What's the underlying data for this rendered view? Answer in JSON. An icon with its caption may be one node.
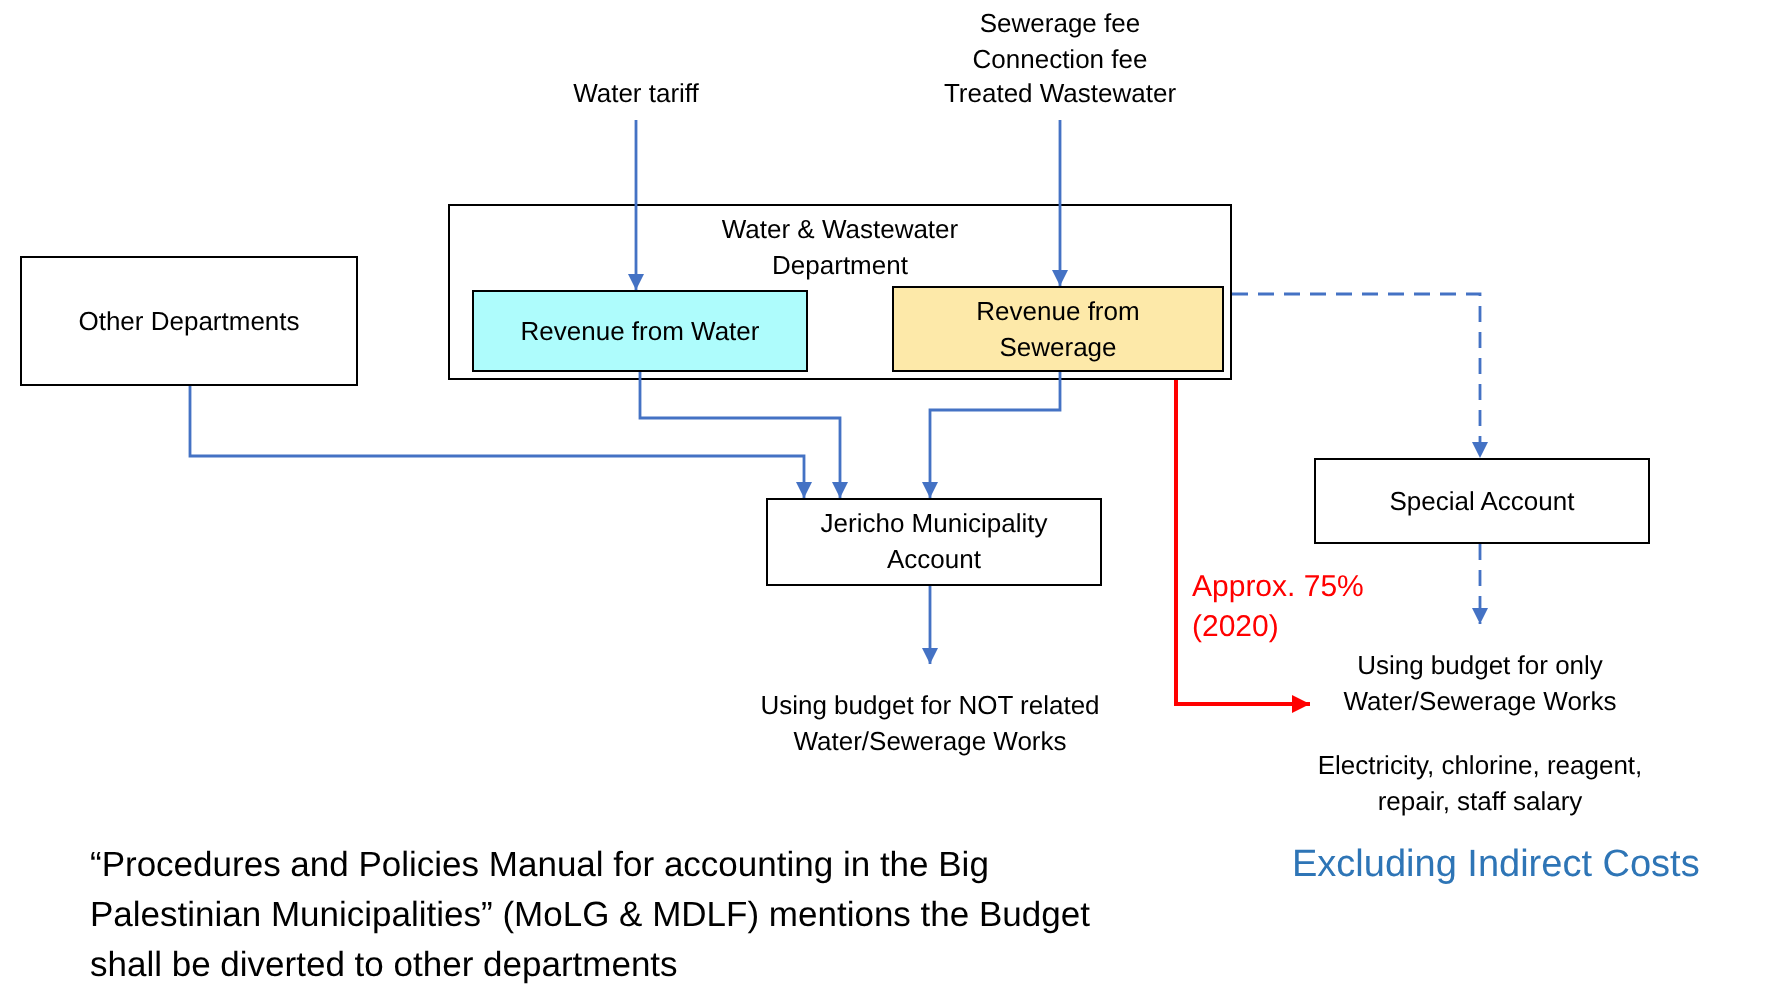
{
  "diagram": {
    "nodes": [
      {
        "text": [
          "Water tariff"
        ]
      },
      {
        "text": [
          "Sewerage fee",
          "Connection fee",
          "Treated Wastewater"
        ]
      },
      {
        "text": [
          "Water & Wastewater Department"
        ]
      },
      {
        "text": [
          "Revenue from Water"
        ],
        "in": 2
      },
      {
        "text": [
          "Revenue from Sewerage"
        ],
        "in": 2
      },
      {
        "text": [
          "Other Departments"
        ]
      },
      {
        "text": [
          "Jericho Municipality Account"
        ]
      },
      {
        "text": [
          "Special Account"
        ]
      },
      {
        "text": [
          "Using budget for NOT related Water/Sewerage Works"
        ]
      },
      {
        "text": [
          "Using budget for only Water/Sewerage Works"
        ],
        "beside": [
          "Electricity, chlorine, reagent, repair, staff salary"
        ]
      }
    ],
    "edges": [
      {
        "from": 0,
        "to": 3,
        "arrow": "to"
      },
      {
        "from": 1,
        "to": 4,
        "arrow": "to"
      },
      {
        "from": 5,
        "to": 6,
        "arrow": "to"
      },
      {
        "from": 3,
        "to": 6,
        "arrow": "to"
      },
      {
        "from": 4,
        "to": 6,
        "arrow": "to"
      },
      {
        "from": 2,
        "to": 7,
        "arrow": "to",
        "style": "dashed"
      },
      {
        "from": 6,
        "to": 8,
        "arrow": "to"
      },
      {
        "from": 7,
        "to": 9,
        "arrow": "to",
        "style": "dashed"
      },
      {
        "from": 2,
        "to": 9,
        "arrow": "to",
        "label": "Approx. 75% (2020)",
        "color": "#ff0000"
      }
    ],
    "labels": [
      "“Procedures and Policies Manual for accounting in the Big Palestinian Municipalities” (MoLG & MDLF) mentions the Budget shall be diverted to other departments",
      "Excluding Indirect Costs"
    ]
  }
}
